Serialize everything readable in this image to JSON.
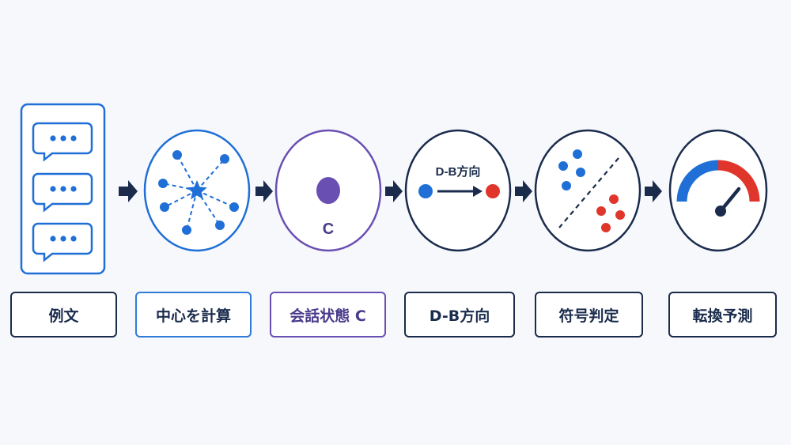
{
  "steps": [
    {
      "id": "examples",
      "label": "例文"
    },
    {
      "id": "centroid",
      "label": "中心を計算"
    },
    {
      "id": "state",
      "label": "会話状態 C",
      "node_text": "C"
    },
    {
      "id": "direction",
      "label": "D-B方向",
      "node_text": "D-B方向"
    },
    {
      "id": "sign",
      "label": "符号判定"
    },
    {
      "id": "predict",
      "label": "転換予測"
    }
  ],
  "colors": {
    "navy": "#1a2b4c",
    "blue": "#1f6fd6",
    "purple": "#6a4fb3",
    "red": "#e0352b"
  }
}
